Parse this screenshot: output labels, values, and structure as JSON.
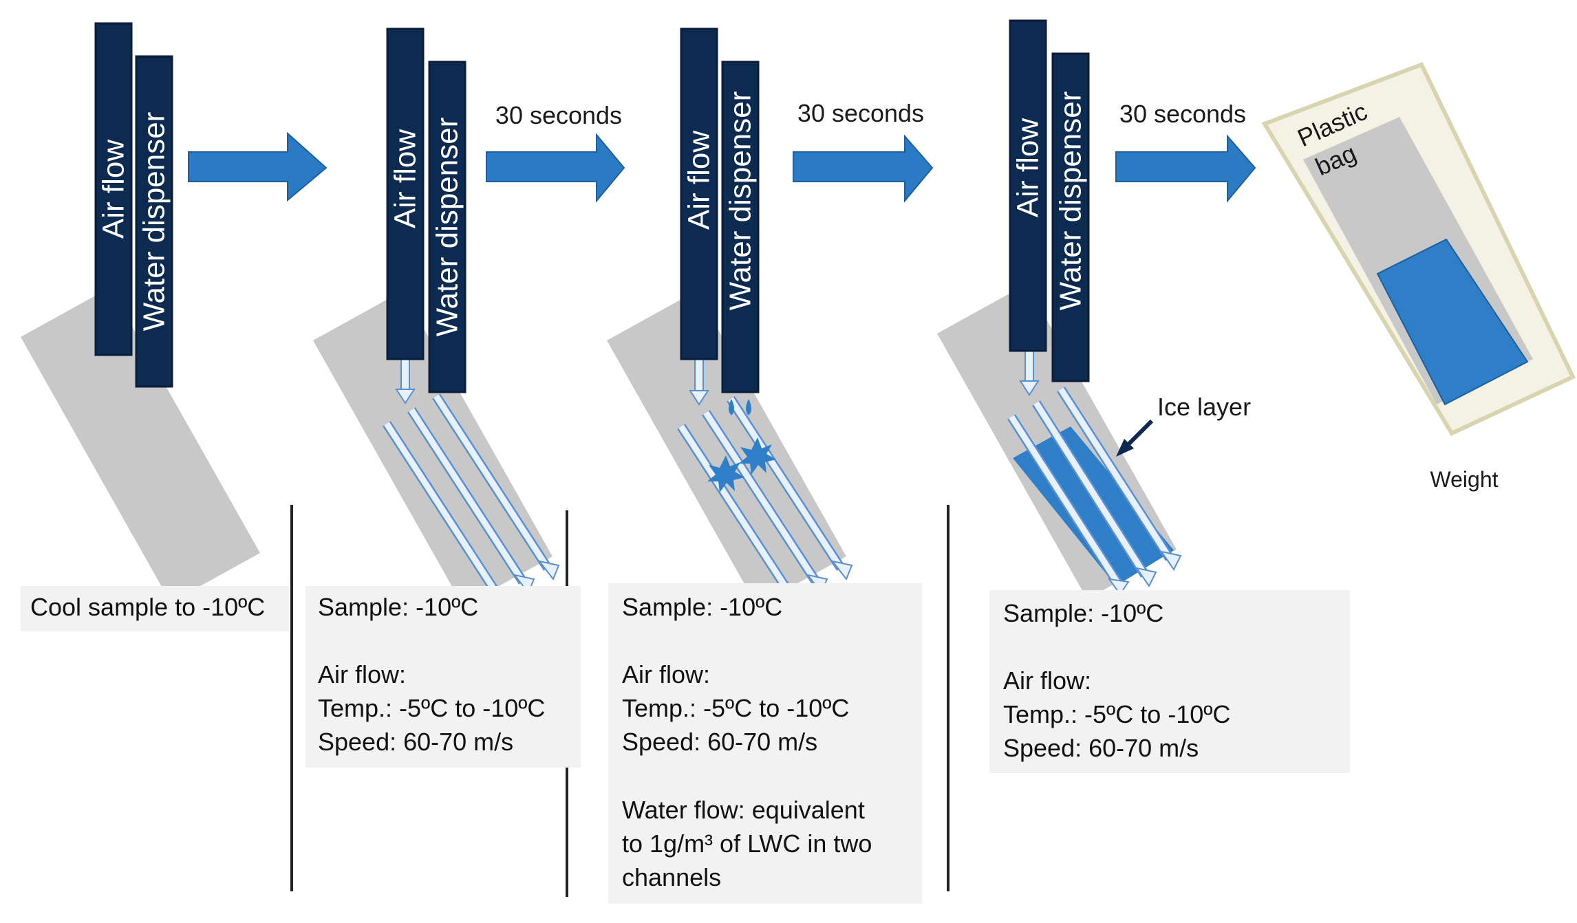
{
  "colors": {
    "navy": "#0d2a50",
    "navy_border": "#0a1e3a",
    "arrow_blue": "#2a7bc4",
    "ice_blue": "#2f7fc8",
    "flow_outline": "#5b8fd0",
    "flow_fill": "#e6f1fb",
    "sample_gray": "#c8c8c8",
    "box_gray": "#f2f2f2",
    "bag_border": "#d8d4b0",
    "bag_fill": "#f4f2e4",
    "divider": "#222222"
  },
  "bars": {
    "air": "Air flow",
    "water": "Water dispenser"
  },
  "time_labels": [
    "30 seconds",
    "30 seconds",
    "30 seconds"
  ],
  "ice_layer_label": "Ice layer",
  "plastic_bag_label": [
    "Plastic",
    "bag"
  ],
  "weight_label": "Weight",
  "steps": [
    {
      "lines": [
        "Cool sample to -10ºC"
      ]
    },
    {
      "lines": [
        "Sample: -10ºC",
        "",
        "Air flow:",
        "Temp.: -5ºC to -10ºC",
        "Speed: 60-70 m/s"
      ]
    },
    {
      "lines": [
        "Sample: -10ºC",
        "",
        "Air flow:",
        "Temp.: -5ºC to -10ºC",
        "Speed: 60-70 m/s",
        "",
        "Water flow: equivalent",
        "to 1g/m³ of LWC in two",
        "channels"
      ]
    },
    {
      "lines": [
        "Sample: -10ºC",
        "",
        "Air flow:",
        "Temp.: -5ºC to -10ºC",
        "Speed: 60-70 m/s"
      ]
    }
  ]
}
